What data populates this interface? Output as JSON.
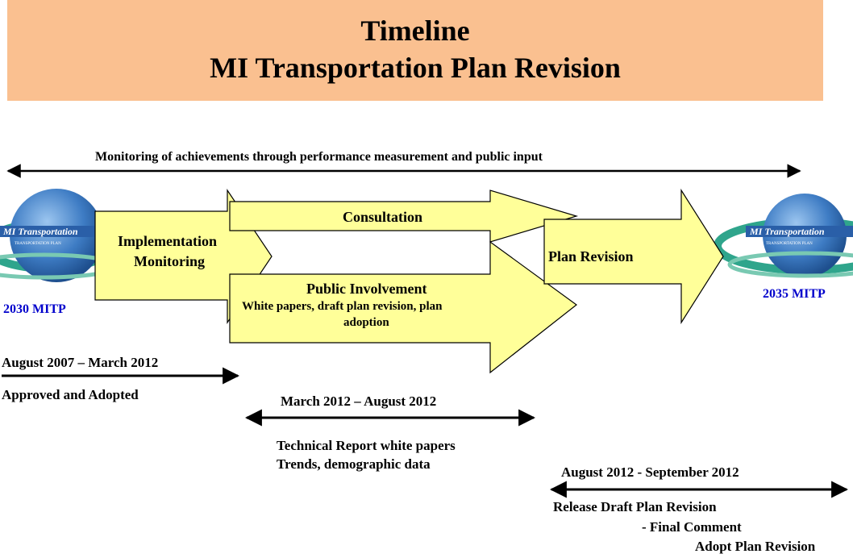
{
  "title": {
    "line1": "Timeline",
    "line2": "MI Transportation Plan Revision"
  },
  "monitoring_label": "Monitoring of achievements through performance measurement and public input",
  "logo_left": {
    "brand": "MI Transportation",
    "sub": "TRANSPORTATION PLAN",
    "caption": "2030 MITP"
  },
  "logo_right": {
    "brand": "MI Transportation",
    "sub": "TRANSPORTATION PLAN",
    "caption": "2035 MITP"
  },
  "arrows": {
    "implementation": [
      "Implementation",
      "Monitoring"
    ],
    "consultation": "Consultation",
    "public_involvement": {
      "title": "Public Involvement",
      "detail": [
        "White papers, draft plan revision, plan",
        "adoption"
      ]
    },
    "plan_revision": "Plan Revision"
  },
  "phase1": {
    "dates": "August 2007 – March 2012",
    "note": "Approved and Adopted"
  },
  "phase2": {
    "dates": "March 2012 – August 2012",
    "notes": [
      "Technical Report white papers",
      "Trends, demographic data"
    ]
  },
  "phase3": {
    "dates": "August 2012 - September 2012",
    "notes": [
      "Release Draft Plan Revision",
      "- Final Comment",
      "Adopt Plan Revision"
    ]
  },
  "colors": {
    "banner": "#FAC090",
    "arrow_fill": "#FFFF99",
    "caption": "#0000CC",
    "globe": "#3E7CC4",
    "swoosh": "#2FA58C"
  }
}
